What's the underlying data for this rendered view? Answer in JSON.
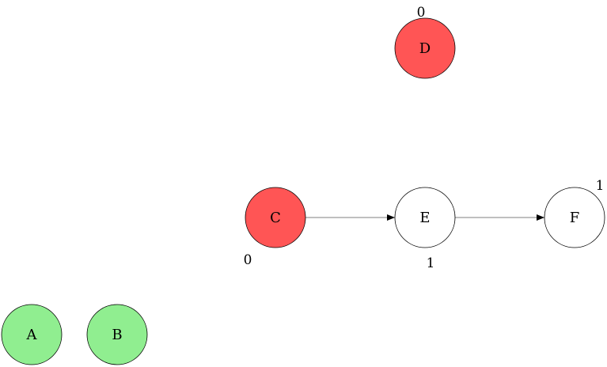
{
  "colors": {
    "green": "#90ee90",
    "red": "#ff5555",
    "white": "#ffffff"
  },
  "nodes": [
    {
      "id": "A",
      "label": "A",
      "fill": "green",
      "count": ""
    },
    {
      "id": "B",
      "label": "B",
      "fill": "green",
      "count": ""
    },
    {
      "id": "C",
      "label": "C",
      "fill": "red",
      "count": "0"
    },
    {
      "id": "D",
      "label": "D",
      "fill": "red",
      "count": "0"
    },
    {
      "id": "E",
      "label": "E",
      "fill": "white",
      "count": "1"
    },
    {
      "id": "F",
      "label": "F",
      "fill": "white",
      "count": "1"
    }
  ],
  "edges": [
    {
      "from": "C",
      "to": "E"
    },
    {
      "from": "E",
      "to": "F"
    }
  ]
}
